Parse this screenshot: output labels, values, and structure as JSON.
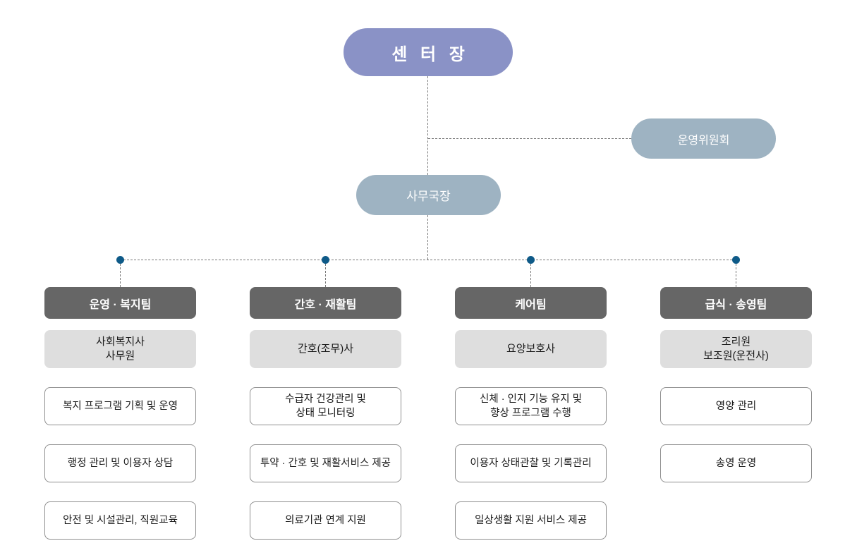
{
  "colors": {
    "director_bg": "#8a92c6",
    "committee_bg": "#9eb3c2",
    "team_header_bg": "#666666",
    "staff_bg": "#dedede",
    "duty_border": "#8f8f8f",
    "connector": "#777777",
    "branch_dot": "#0e5a88"
  },
  "org": {
    "director": {
      "label": "센 터 장"
    },
    "committee": {
      "label": "운영위원회"
    },
    "secretary": {
      "label": "사무국장"
    }
  },
  "teams": [
    {
      "name": "운영 · 복지팀",
      "staff": "사회복지사\n사무원",
      "duties": [
        "복지 프로그램 기획 및 운영",
        "행정 관리 및 이용자 상담",
        "안전 및 시설관리, 직원교육"
      ]
    },
    {
      "name": "간호 · 재활팀",
      "staff": "간호(조무)사",
      "duties": [
        "수급자 건강관리 및\n상태 모니터링",
        "투약 · 간호 및 재활서비스 제공",
        "의료기관 연계 지원"
      ]
    },
    {
      "name": "케어팀",
      "staff": "요양보호사",
      "duties": [
        "신체 · 인지 기능 유지 및\n향상 프로그램 수행",
        "이용자 상태관찰 및 기록관리",
        "일상생활 지원 서비스 제공"
      ]
    },
    {
      "name": "급식 · 송영팀",
      "staff": "조리원\n보조원(운전사)",
      "duties": [
        "영양 관리",
        "송영 운영"
      ]
    }
  ]
}
